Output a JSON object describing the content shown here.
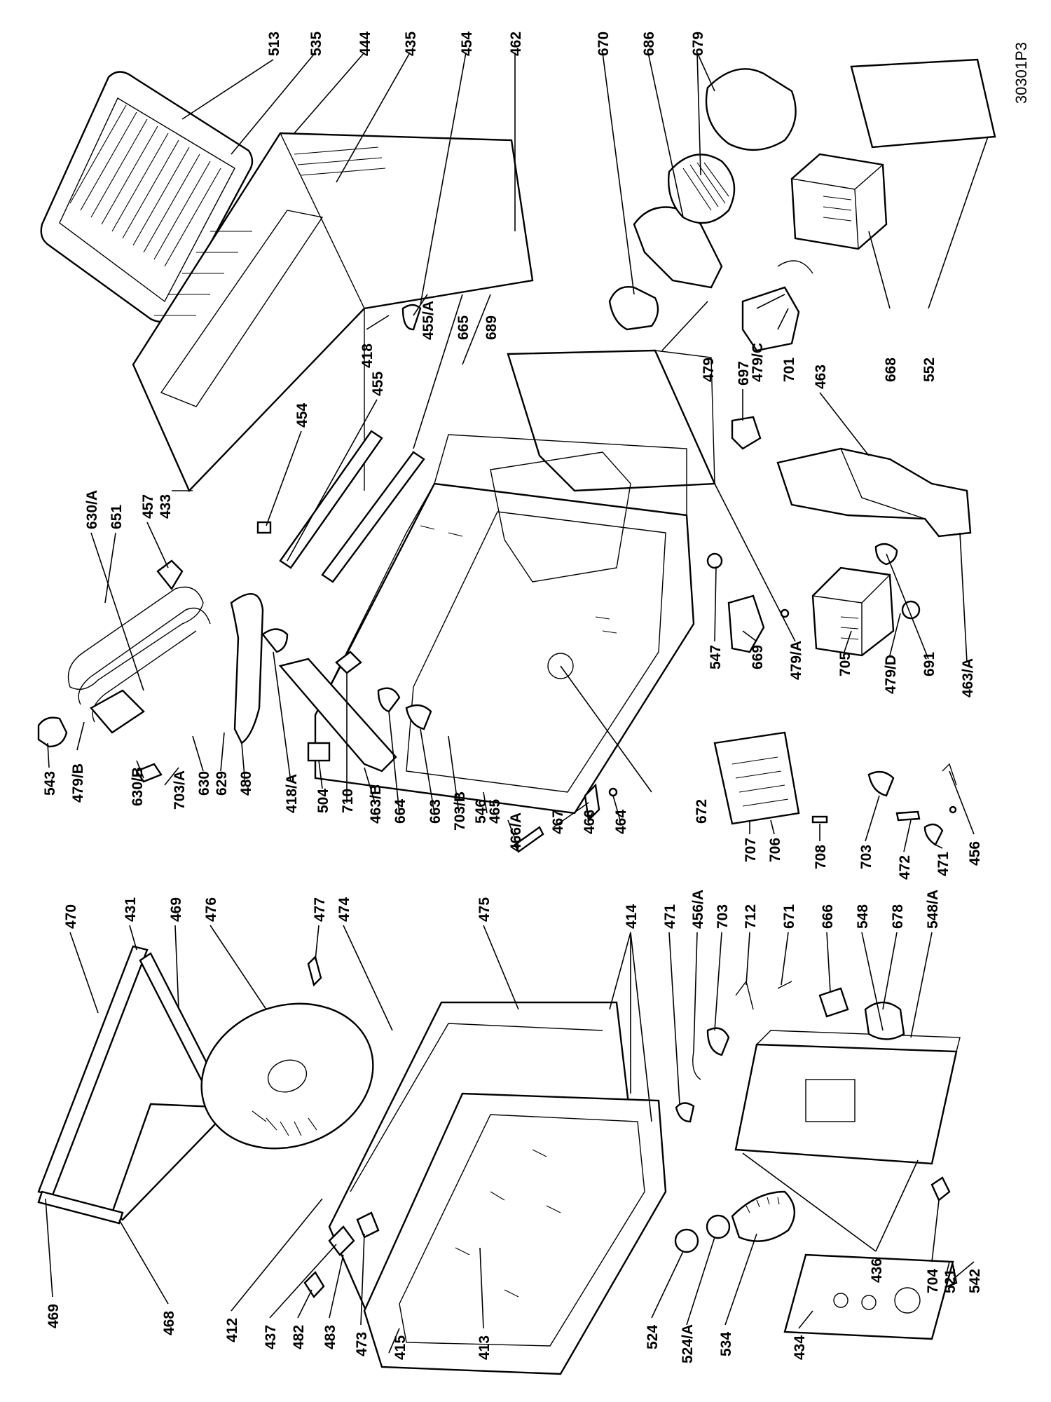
{
  "diagram_code": "30301P3",
  "parts": [
    {
      "id": "p513",
      "label": "513"
    },
    {
      "id": "p535",
      "label": "535"
    },
    {
      "id": "p444",
      "label": "444"
    },
    {
      "id": "p435",
      "label": "435"
    },
    {
      "id": "p454t",
      "label": "454"
    },
    {
      "id": "p462",
      "label": "462"
    },
    {
      "id": "p670",
      "label": "670"
    },
    {
      "id": "p686",
      "label": "686"
    },
    {
      "id": "p679",
      "label": "679"
    },
    {
      "id": "p455a",
      "label": "455/A"
    },
    {
      "id": "p665",
      "label": "665"
    },
    {
      "id": "p689",
      "label": "689"
    },
    {
      "id": "p479",
      "label": "479"
    },
    {
      "id": "p479c",
      "label": "479/C"
    },
    {
      "id": "p697",
      "label": "697"
    },
    {
      "id": "p701",
      "label": "701"
    },
    {
      "id": "p668",
      "label": "668"
    },
    {
      "id": "p552",
      "label": "552"
    },
    {
      "id": "p463",
      "label": "463"
    },
    {
      "id": "p455",
      "label": "455"
    },
    {
      "id": "p418",
      "label": "418"
    },
    {
      "id": "p454m",
      "label": "454"
    },
    {
      "id": "p433",
      "label": "433"
    },
    {
      "id": "p630a",
      "label": "630/A"
    },
    {
      "id": "p651",
      "label": "651"
    },
    {
      "id": "p457",
      "label": "457"
    },
    {
      "id": "p543",
      "label": "543"
    },
    {
      "id": "p479b",
      "label": "479/B"
    },
    {
      "id": "p630b",
      "label": "630/B"
    },
    {
      "id": "p703a",
      "label": "703/A"
    },
    {
      "id": "p630",
      "label": "630"
    },
    {
      "id": "p629",
      "label": "629"
    },
    {
      "id": "p480",
      "label": "480"
    },
    {
      "id": "p418a",
      "label": "418/A"
    },
    {
      "id": "p504",
      "label": "504"
    },
    {
      "id": "p710",
      "label": "710"
    },
    {
      "id": "p463b",
      "label": "463/B"
    },
    {
      "id": "p664",
      "label": "664"
    },
    {
      "id": "p663",
      "label": "663"
    },
    {
      "id": "p703b",
      "label": "703/B"
    },
    {
      "id": "p546",
      "label": "546"
    },
    {
      "id": "p465",
      "label": "465"
    },
    {
      "id": "p466a",
      "label": "466/A"
    },
    {
      "id": "p467",
      "label": "467"
    },
    {
      "id": "p466",
      "label": "466"
    },
    {
      "id": "p464",
      "label": "464"
    },
    {
      "id": "p672",
      "label": "672"
    },
    {
      "id": "p547",
      "label": "547"
    },
    {
      "id": "p669",
      "label": "669"
    },
    {
      "id": "p479a",
      "label": "479/A"
    },
    {
      "id": "p705",
      "label": "705"
    },
    {
      "id": "p479d",
      "label": "479/D"
    },
    {
      "id": "p691",
      "label": "691"
    },
    {
      "id": "p463a",
      "label": "463/A"
    },
    {
      "id": "p707",
      "label": "707"
    },
    {
      "id": "p706",
      "label": "706"
    },
    {
      "id": "p708",
      "label": "708"
    },
    {
      "id": "p703",
      "label": "703"
    },
    {
      "id": "p472",
      "label": "472"
    },
    {
      "id": "p471r",
      "label": "471"
    },
    {
      "id": "p456",
      "label": "456"
    },
    {
      "id": "p470",
      "label": "470"
    },
    {
      "id": "p431",
      "label": "431"
    },
    {
      "id": "p469t",
      "label": "469"
    },
    {
      "id": "p476",
      "label": "476"
    },
    {
      "id": "p477",
      "label": "477"
    },
    {
      "id": "p474",
      "label": "474"
    },
    {
      "id": "p475",
      "label": "475"
    },
    {
      "id": "p414",
      "label": "414"
    },
    {
      "id": "p471m",
      "label": "471"
    },
    {
      "id": "p456a",
      "label": "456/A"
    },
    {
      "id": "p703m",
      "label": "703"
    },
    {
      "id": "p712",
      "label": "712"
    },
    {
      "id": "p671",
      "label": "671"
    },
    {
      "id": "p666",
      "label": "666"
    },
    {
      "id": "p548",
      "label": "548"
    },
    {
      "id": "p678",
      "label": "678"
    },
    {
      "id": "p548a",
      "label": "548/A"
    },
    {
      "id": "p469b",
      "label": "469"
    },
    {
      "id": "p468",
      "label": "468"
    },
    {
      "id": "p412",
      "label": "412"
    },
    {
      "id": "p437",
      "label": "437"
    },
    {
      "id": "p482",
      "label": "482"
    },
    {
      "id": "p483",
      "label": "483"
    },
    {
      "id": "p473",
      "label": "473"
    },
    {
      "id": "p415",
      "label": "415"
    },
    {
      "id": "p413",
      "label": "413"
    },
    {
      "id": "p524",
      "label": "524"
    },
    {
      "id": "p524a",
      "label": "524/A"
    },
    {
      "id": "p534",
      "label": "534"
    },
    {
      "id": "p434",
      "label": "434"
    },
    {
      "id": "p436",
      "label": "436"
    },
    {
      "id": "p704",
      "label": "704"
    },
    {
      "id": "p521",
      "label": "521"
    },
    {
      "id": "p542",
      "label": "542"
    }
  ]
}
